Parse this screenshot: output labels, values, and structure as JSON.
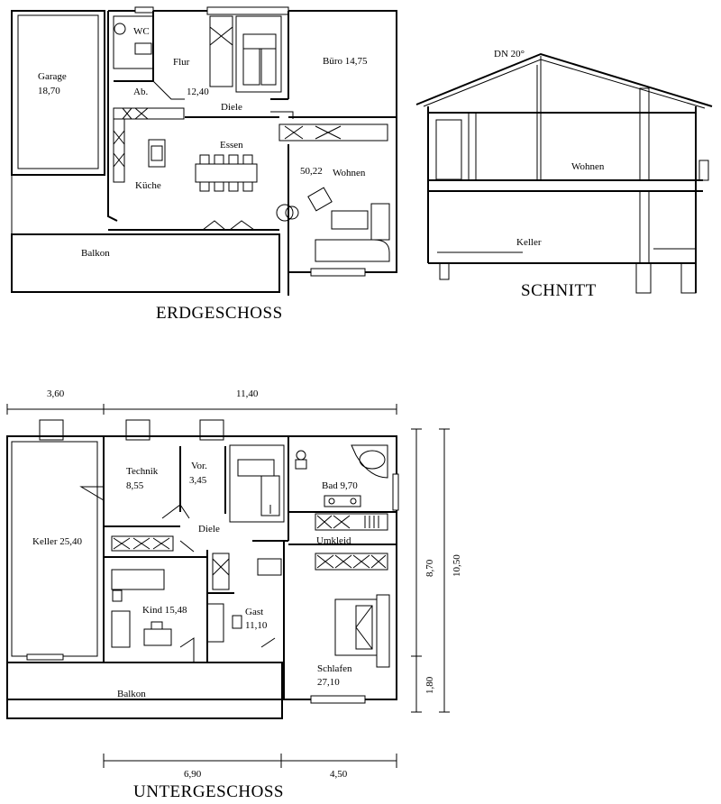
{
  "erdgeschoss": {
    "title": "ERDGESCHOSS",
    "rooms": {
      "garage": "Garage",
      "garage_area": "18,70",
      "wc": "WC",
      "flur": "Flur",
      "flur_area": "12,40",
      "ab": "Ab.",
      "diele": "Diele",
      "buero": "Büro 14,75",
      "essen": "Essen",
      "kueche": "Küche",
      "wohnen_area": "50,22",
      "wohnen": "Wohnen",
      "balkon": "Balkon"
    }
  },
  "schnitt": {
    "title": "SCHNITT",
    "roof_pitch": "DN 20°",
    "wohnen": "Wohnen",
    "keller": "Keller"
  },
  "untergeschoss": {
    "title": "UNTERGESCHOSS",
    "rooms": {
      "keller": "Keller 25,40",
      "technik": "Technik",
      "technik_area": "8,55",
      "vor": "Vor.",
      "vor_area": "3,45",
      "diele": "Diele",
      "bad": "Bad 9,70",
      "umkleid": "Umkleid",
      "kind": "Kind 15,48",
      "gast": "Gast",
      "gast_area": "11,10",
      "schlafen": "Schlafen",
      "schlafen_area": "27,10",
      "balkon": "Balkon"
    },
    "dimensions": {
      "top_left": "3,60",
      "top_right": "11,40",
      "bottom_left": "6,90",
      "bottom_right": "4,50",
      "right_inner": "8,70",
      "right_outer": "10,50",
      "right_bottom": "1,80"
    }
  }
}
